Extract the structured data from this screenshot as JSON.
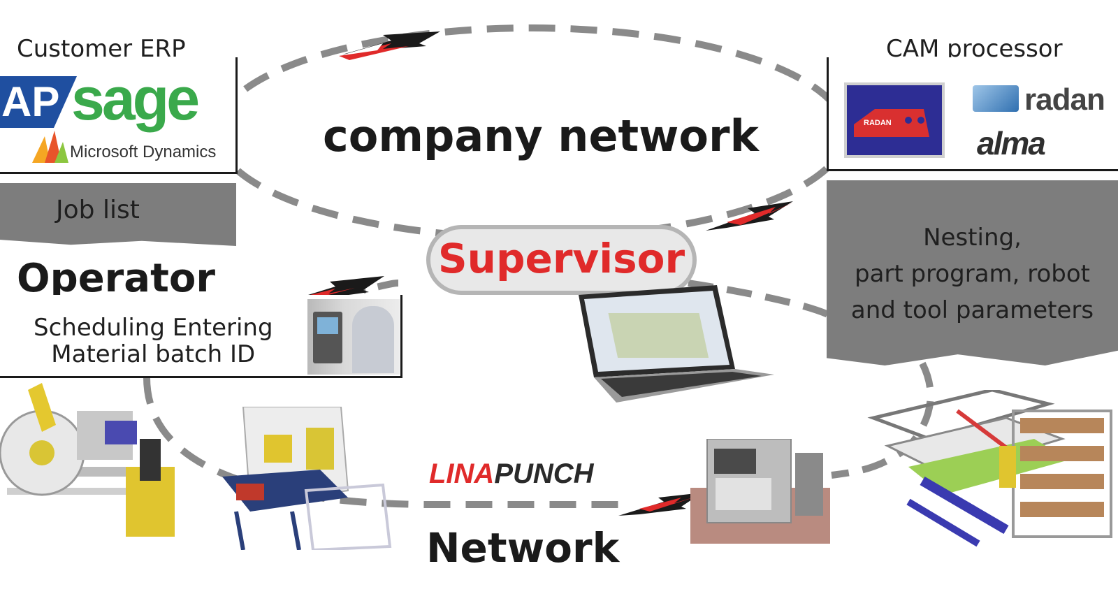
{
  "customer_erp": {
    "title": "Customer ERP",
    "logos": {
      "sap": "AP",
      "sage": "sage",
      "dynamics": "Microsoft Dynamics"
    }
  },
  "job_list": "Job list",
  "company_network": "company network",
  "cam": {
    "title": "CAM processor",
    "screenshot_label": "RADAN",
    "logos": {
      "radan": "radan",
      "alma": "alma"
    }
  },
  "supervisor": "Supervisor",
  "operator": {
    "title": "Operator",
    "line1": "Scheduling Entering",
    "line2": "Material batch ID"
  },
  "nesting": {
    "line1": "Nesting,",
    "line2": "part program, robot",
    "line3": "and tool parameters"
  },
  "linapunch": {
    "lina": "LINA",
    "punch": "PUNCH"
  },
  "network": "Network",
  "colors": {
    "accent_red": "#e02a2a",
    "dash_gray": "#8a8a8a",
    "panel_gray": "#7d7d7d",
    "sage_green": "#3aa94b",
    "sap_blue": "#1f4fa0"
  },
  "icons": [
    "sap-logo",
    "sage-logo",
    "microsoft-dynamics-logo",
    "radan-logo",
    "alma-logo",
    "laptop-icon",
    "operator-photo",
    "coil-feeder-machine",
    "press-machine",
    "printer-machine",
    "robot-cell"
  ]
}
